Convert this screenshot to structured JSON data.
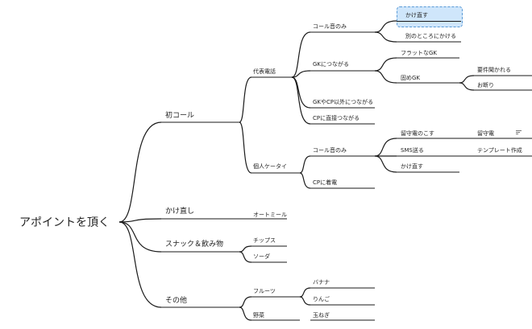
{
  "root": "アポイントを頂く",
  "branches": {
    "first_call": "初コール",
    "recall": "かけ直し",
    "snacks": "スナック＆飲み物",
    "other": "その他"
  },
  "first_call": {
    "main_phone": "代表電話",
    "only_ring": "コール音のみ",
    "call_again": "かけ直す",
    "call_elsewhere": "別のところにかける",
    "connected_gk": "GKにつながる",
    "flat_gk": "フラットなGK",
    "tough_gk": "固めGK",
    "asked_purpose": "要件聞かれる",
    "refused": "お断り",
    "other_than_gk_cp": "GKやCP以外につながる",
    "cp_direct": "CPに直接つながる",
    "personal_mobile": "個人ケータイ",
    "mobile_only_ring": "コール音のみ",
    "voicemail_leave": "留守電のこす",
    "voicemail_label": "留守電",
    "sms_send": "SMS送る",
    "template_create": "テンプレート作成",
    "mobile_call_again": "かけ直す",
    "cp_received": "CPに着電"
  },
  "recall": {
    "oatmeal": "オートミール"
  },
  "snacks": {
    "chips": "チップス",
    "soda": "ソーダ"
  },
  "other": {
    "fruits": "フルーツ",
    "banana": "バナナ",
    "apple": "りんご",
    "vegetables": "野菜",
    "onion": "玉ねぎ"
  },
  "selected_node": "かけ直す",
  "note_icon": "notes-icon",
  "colors": {
    "line": "#1a1a1a",
    "selected_fill": "#cfe6fb",
    "selected_border": "#5a9ad6"
  }
}
